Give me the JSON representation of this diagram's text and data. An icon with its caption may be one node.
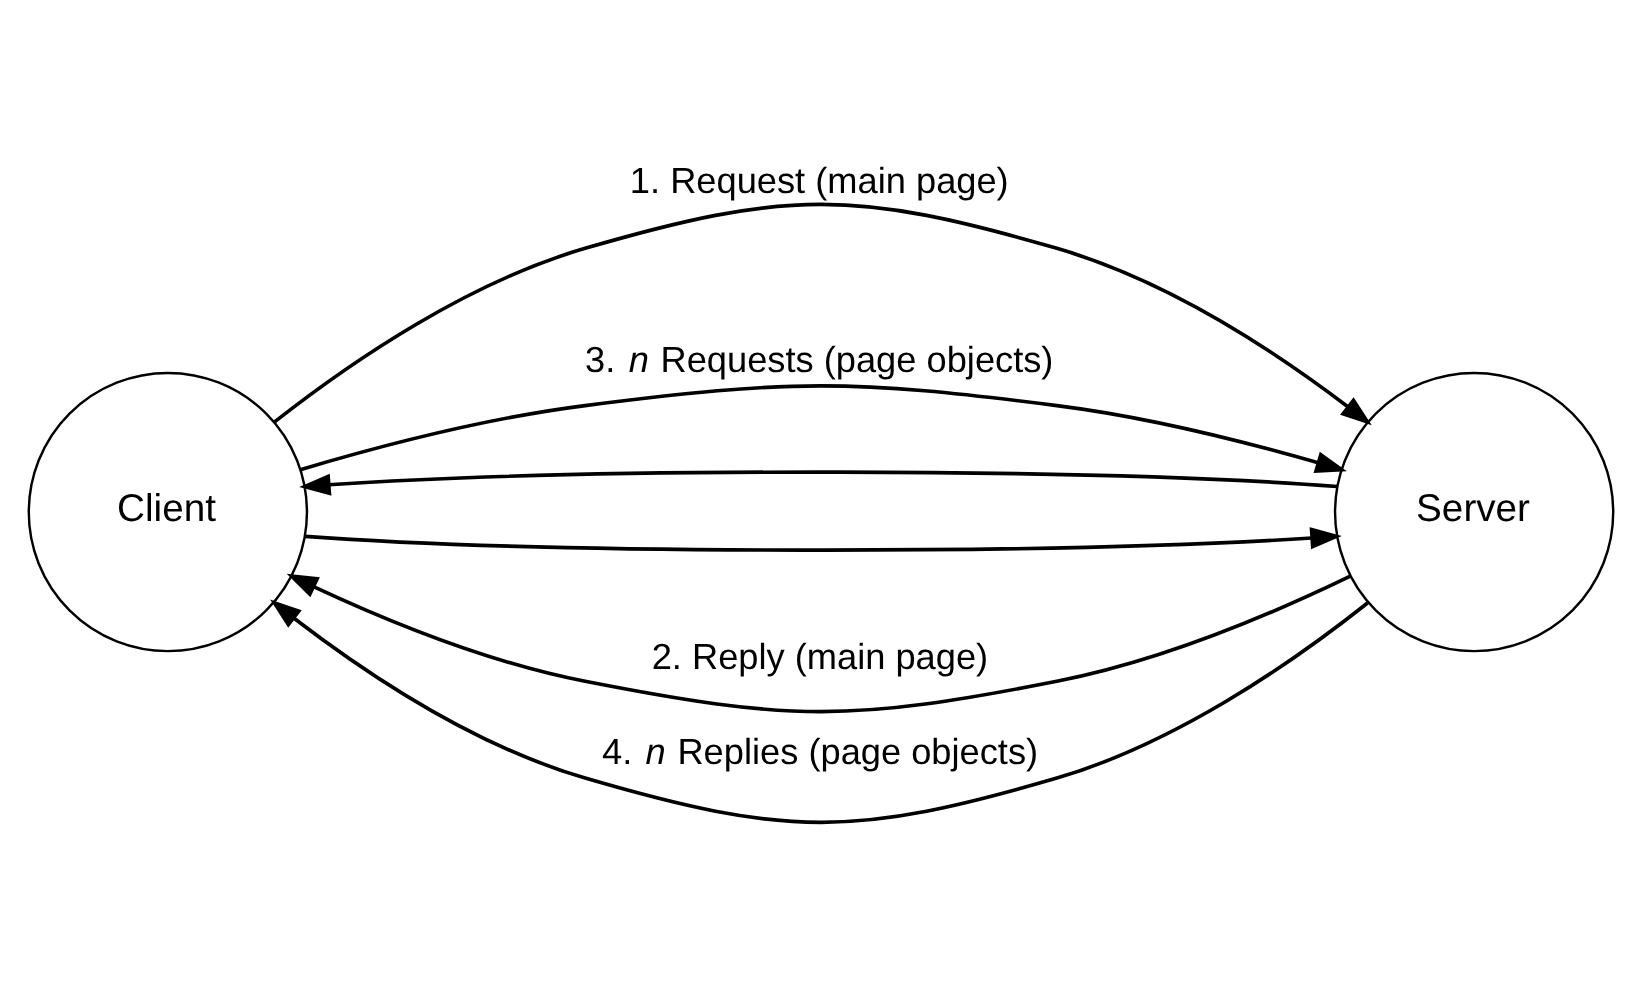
{
  "diagram": {
    "nodes": [
      {
        "text": [
          "Client"
        ]
      },
      {
        "text": [
          "Server"
        ]
      }
    ],
    "edges": [
      {
        "from": 0,
        "to": 1,
        "arrow": "to",
        "label": "1. Request (main page)"
      },
      {
        "from": 1,
        "to": 0,
        "arrow": "to",
        "label": "2. Reply (main page)"
      },
      {
        "from": 0,
        "to": 1,
        "arrow": "to",
        "label": "3. *n* Requests (page objects)"
      },
      {
        "from": 0,
        "to": 1,
        "arrow": "to"
      },
      {
        "from": 1,
        "to": 0,
        "arrow": "to"
      },
      {
        "from": 1,
        "to": 0,
        "arrow": "to",
        "label": "4. *n* Replies (page objects)"
      }
    ]
  }
}
